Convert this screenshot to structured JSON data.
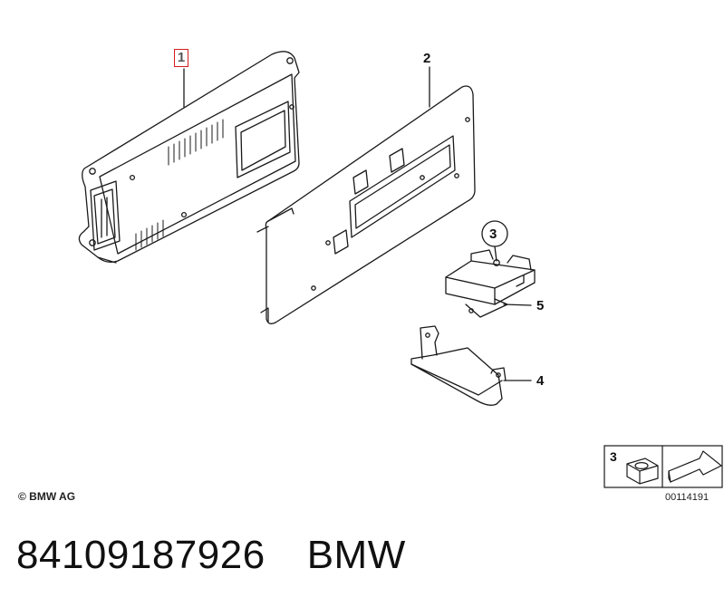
{
  "callouts": {
    "c1": "1",
    "c2": "2",
    "c3": "3",
    "c4": "4",
    "c5": "5"
  },
  "copyright": "© BMW AG",
  "legend": {
    "number": "3"
  },
  "doc_number": "00114191",
  "footer": {
    "part_number": "84109187926",
    "brand": "BMW"
  },
  "colors": {
    "line": "#1a1a1a",
    "highlight": "#d21c1c"
  }
}
